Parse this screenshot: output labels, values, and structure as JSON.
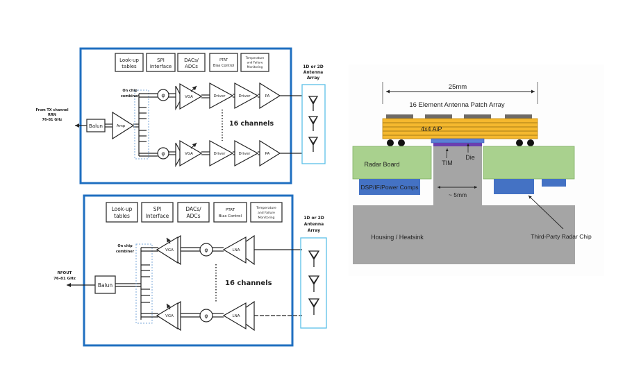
{
  "tx_panel": {
    "control_blocks": [
      {
        "line1": "Look-up",
        "line2": "tables"
      },
      {
        "line1": "SPI",
        "line2": "Interface"
      },
      {
        "line1": "DACs/",
        "line2": "ADCs"
      },
      {
        "line1": "PTAT",
        "line2": "Bias Control"
      },
      {
        "line1": "Temperature",
        "line2": "and Failure",
        "line3": "Monitoring"
      }
    ],
    "input_label": {
      "line1": "From TX channel",
      "line2": "RRN",
      "line3": "76-81 GHz"
    },
    "balun": "Balun",
    "amp": "Amp",
    "combiner_label": {
      "line1": "On chip",
      "line2": "combiner"
    },
    "phase_shifter": "φ",
    "vga": "VGA",
    "driver": "Driver",
    "pa": "PA",
    "channels": "16 channels",
    "antenna": {
      "line1": "1D or 2D",
      "line2": "Antenna",
      "line3": "Array"
    }
  },
  "rx_panel": {
    "control_blocks": [
      {
        "line1": "Look-up",
        "line2": "tables"
      },
      {
        "line1": "SPI",
        "line2": "Interface"
      },
      {
        "line1": "DACs/",
        "line2": "ADCs"
      },
      {
        "line1": "PTAT",
        "line2": "Bias Control"
      },
      {
        "line1": "Temperature",
        "line2": "and Failure",
        "line3": "Monitoring"
      }
    ],
    "output_label": {
      "line1": "RFOUT",
      "line2": "76-81 GHz"
    },
    "balun": "Balun",
    "combiner_label": {
      "line1": "On chip",
      "line2": "combiner"
    },
    "phase_shifter": "φ",
    "vga": "VGA",
    "lna": "LNA",
    "channels": "16 channels",
    "antenna": {
      "line1": "1D or 2D",
      "line2": "Antenna",
      "line3": "Array"
    }
  },
  "package": {
    "width_label": "25mm",
    "array_label": "16 Element Antenna Patch Array",
    "aip_label": "4x4 AiP",
    "tim_label": "TIM",
    "die_label": "Die",
    "radar_board": "Radar Board",
    "dsp_label": "DSP/IF/Power Comps",
    "gap_label": "~ 5mm",
    "housing": "Housing / Heatsink",
    "chip_label": "Third-Party Radar Chip",
    "colors": {
      "aip": "#f5b82e",
      "aip_lines": "#8a6a10",
      "patch": "#6e6a66",
      "board": "#a9d18e",
      "comps": "#4472c4",
      "housing": "#a5a5a5",
      "die": "#5b7fd4",
      "tim": "#6a3fb0",
      "frame_blue": "#1f6fc0",
      "antenna_box": "#5bc0e8"
    }
  }
}
